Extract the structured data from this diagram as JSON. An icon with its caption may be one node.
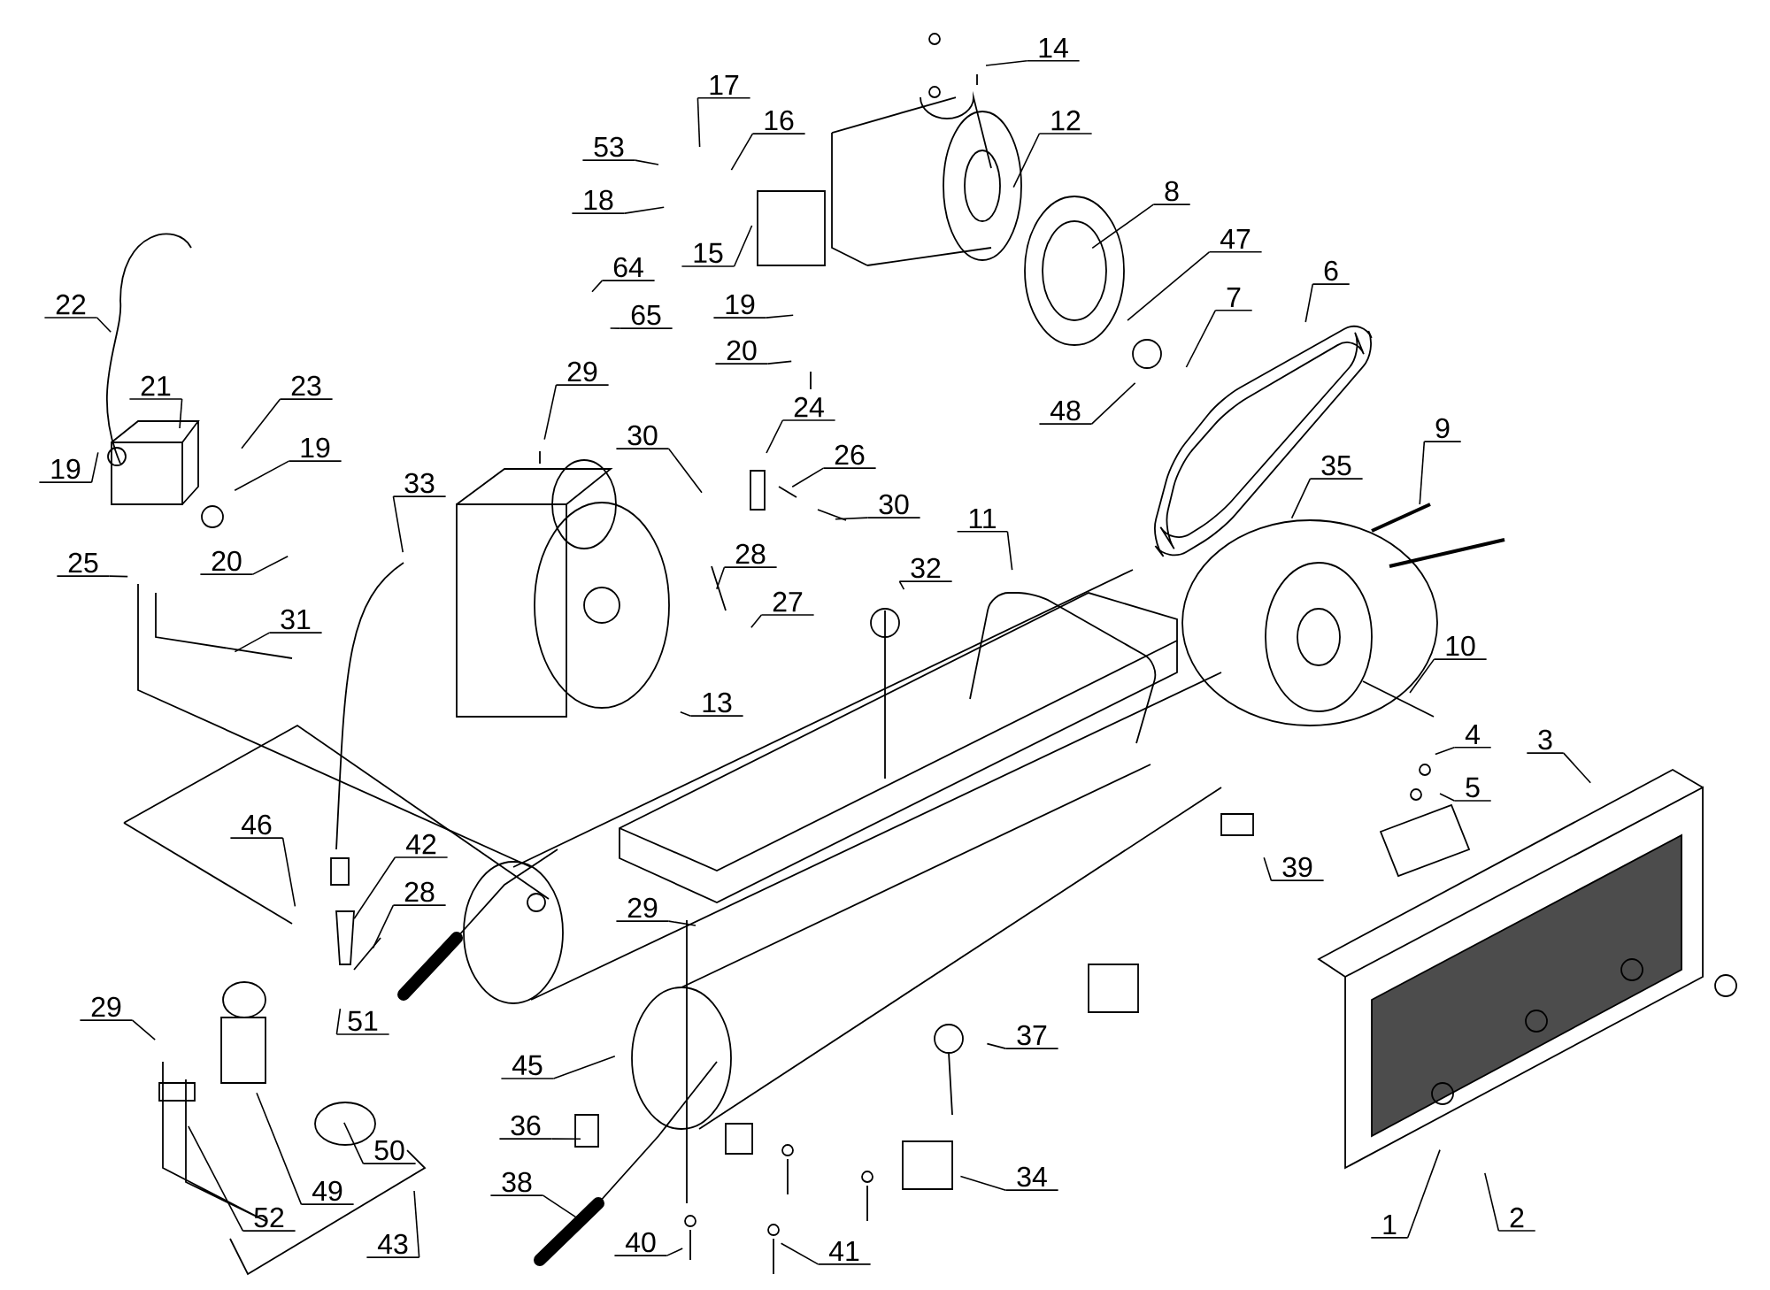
{
  "diagram": {
    "nodes": [
      {
        "text": [
          "14"
        ]
      },
      {
        "text": [
          "17"
        ]
      },
      {
        "text": [
          "16"
        ]
      },
      {
        "text": [
          "12"
        ]
      },
      {
        "text": [
          "53"
        ]
      },
      {
        "text": [
          "8"
        ]
      },
      {
        "text": [
          "18"
        ]
      },
      {
        "text": [
          "47"
        ]
      },
      {
        "text": [
          "15"
        ]
      },
      {
        "text": [
          "64"
        ]
      },
      {
        "text": [
          "6"
        ]
      },
      {
        "text": [
          "7"
        ]
      },
      {
        "text": [
          "19"
        ]
      },
      {
        "text": [
          "22"
        ]
      },
      {
        "text": [
          "65"
        ]
      },
      {
        "text": [
          "20"
        ]
      },
      {
        "text": [
          "29"
        ]
      },
      {
        "text": [
          "21"
        ]
      },
      {
        "text": [
          "23"
        ]
      },
      {
        "text": [
          "24"
        ]
      },
      {
        "text": [
          "48"
        ]
      },
      {
        "text": [
          "9"
        ]
      },
      {
        "text": [
          "30"
        ]
      },
      {
        "text": [
          "19"
        ]
      },
      {
        "text": [
          "26"
        ]
      },
      {
        "text": [
          "35"
        ]
      },
      {
        "text": [
          "19"
        ]
      },
      {
        "text": [
          "33"
        ]
      },
      {
        "text": [
          "30"
        ]
      },
      {
        "text": [
          "11"
        ]
      },
      {
        "text": [
          "28"
        ]
      },
      {
        "text": [
          "20"
        ]
      },
      {
        "text": [
          "25"
        ]
      },
      {
        "text": [
          "32"
        ]
      },
      {
        "text": [
          "27"
        ]
      },
      {
        "text": [
          "31"
        ]
      },
      {
        "text": [
          "10"
        ]
      },
      {
        "text": [
          "13"
        ]
      },
      {
        "text": [
          "4"
        ]
      },
      {
        "text": [
          "3"
        ]
      },
      {
        "text": [
          "5"
        ]
      },
      {
        "text": [
          "46"
        ]
      },
      {
        "text": [
          "42"
        ]
      },
      {
        "text": [
          "39"
        ]
      },
      {
        "text": [
          "28"
        ]
      },
      {
        "text": [
          "29"
        ]
      },
      {
        "text": [
          "29"
        ]
      },
      {
        "text": [
          "51"
        ]
      },
      {
        "text": [
          "37"
        ]
      },
      {
        "text": [
          "45"
        ]
      },
      {
        "text": [
          "36"
        ]
      },
      {
        "text": [
          "50"
        ]
      },
      {
        "text": [
          "34"
        ]
      },
      {
        "text": [
          "38"
        ]
      },
      {
        "text": [
          "49"
        ]
      },
      {
        "text": [
          "2"
        ]
      },
      {
        "text": [
          "1"
        ]
      },
      {
        "text": [
          "52"
        ]
      },
      {
        "text": [
          "40"
        ]
      },
      {
        "text": [
          "43"
        ]
      },
      {
        "text": [
          "41"
        ]
      }
    ],
    "edges": [
      {
        "from": 0,
        "to": null,
        "arrow": "none"
      },
      {
        "from": 1,
        "to": null,
        "arrow": "none"
      },
      {
        "from": 2,
        "to": null,
        "arrow": "none"
      },
      {
        "from": 3,
        "to": null,
        "arrow": "none"
      },
      {
        "from": 4,
        "to": null,
        "arrow": "none"
      },
      {
        "from": 5,
        "to": null,
        "arrow": "none"
      },
      {
        "from": 6,
        "to": null,
        "arrow": "none"
      },
      {
        "from": 7,
        "to": null,
        "arrow": "none"
      },
      {
        "from": 8,
        "to": null,
        "arrow": "none"
      },
      {
        "from": 9,
        "to": null,
        "arrow": "none"
      },
      {
        "from": 10,
        "to": null,
        "arrow": "none"
      },
      {
        "from": 11,
        "to": null,
        "arrow": "none"
      },
      {
        "from": 12,
        "to": null,
        "arrow": "none"
      },
      {
        "from": 13,
        "to": null,
        "arrow": "none"
      },
      {
        "from": 14,
        "to": null,
        "arrow": "none"
      },
      {
        "from": 15,
        "to": null,
        "arrow": "none"
      },
      {
        "from": 16,
        "to": null,
        "arrow": "none"
      },
      {
        "from": 17,
        "to": null,
        "arrow": "none"
      },
      {
        "from": 18,
        "to": null,
        "arrow": "none"
      },
      {
        "from": 19,
        "to": null,
        "arrow": "none"
      },
      {
        "from": 20,
        "to": null,
        "arrow": "none"
      },
      {
        "from": 21,
        "to": null,
        "arrow": "none"
      },
      {
        "from": 22,
        "to": null,
        "arrow": "none"
      },
      {
        "from": 23,
        "to": null,
        "arrow": "none"
      },
      {
        "from": 24,
        "to": null,
        "arrow": "none"
      },
      {
        "from": 25,
        "to": null,
        "arrow": "none"
      },
      {
        "from": 26,
        "to": null,
        "arrow": "none"
      },
      {
        "from": 27,
        "to": null,
        "arrow": "none"
      },
      {
        "from": 28,
        "to": null,
        "arrow": "none"
      },
      {
        "from": 29,
        "to": null,
        "arrow": "none"
      },
      {
        "from": 30,
        "to": null,
        "arrow": "none"
      },
      {
        "from": 31,
        "to": null,
        "arrow": "none"
      },
      {
        "from": 32,
        "to": null,
        "arrow": "none"
      },
      {
        "from": 33,
        "to": null,
        "arrow": "none"
      },
      {
        "from": 34,
        "to": null,
        "arrow": "none"
      },
      {
        "from": 35,
        "to": null,
        "arrow": "none"
      },
      {
        "from": 36,
        "to": null,
        "arrow": "none"
      },
      {
        "from": 37,
        "to": null,
        "arrow": "none"
      },
      {
        "from": 38,
        "to": null,
        "arrow": "none"
      },
      {
        "from": 39,
        "to": null,
        "arrow": "none"
      },
      {
        "from": 40,
        "to": null,
        "arrow": "none"
      },
      {
        "from": 41,
        "to": null,
        "arrow": "none"
      },
      {
        "from": 42,
        "to": null,
        "arrow": "none"
      },
      {
        "from": 43,
        "to": null,
        "arrow": "none"
      },
      {
        "from": 44,
        "to": null,
        "arrow": "none"
      },
      {
        "from": 45,
        "to": null,
        "arrow": "none"
      },
      {
        "from": 46,
        "to": null,
        "arrow": "none"
      },
      {
        "from": 47,
        "to": null,
        "arrow": "none"
      },
      {
        "from": 48,
        "to": null,
        "arrow": "none"
      },
      {
        "from": 49,
        "to": null,
        "arrow": "none"
      },
      {
        "from": 50,
        "to": null,
        "arrow": "none"
      },
      {
        "from": 51,
        "to": null,
        "arrow": "none"
      },
      {
        "from": 52,
        "to": null,
        "arrow": "none"
      },
      {
        "from": 53,
        "to": null,
        "arrow": "none"
      },
      {
        "from": 54,
        "to": null,
        "arrow": "none"
      },
      {
        "from": 55,
        "to": null,
        "arrow": "none"
      },
      {
        "from": 56,
        "to": null,
        "arrow": "none"
      },
      {
        "from": 57,
        "to": null,
        "arrow": "none"
      },
      {
        "from": 58,
        "to": null,
        "arrow": "none"
      },
      {
        "from": 59,
        "to": null,
        "arrow": "none"
      },
      {
        "from": 60,
        "to": null,
        "arrow": "none"
      }
    ]
  }
}
